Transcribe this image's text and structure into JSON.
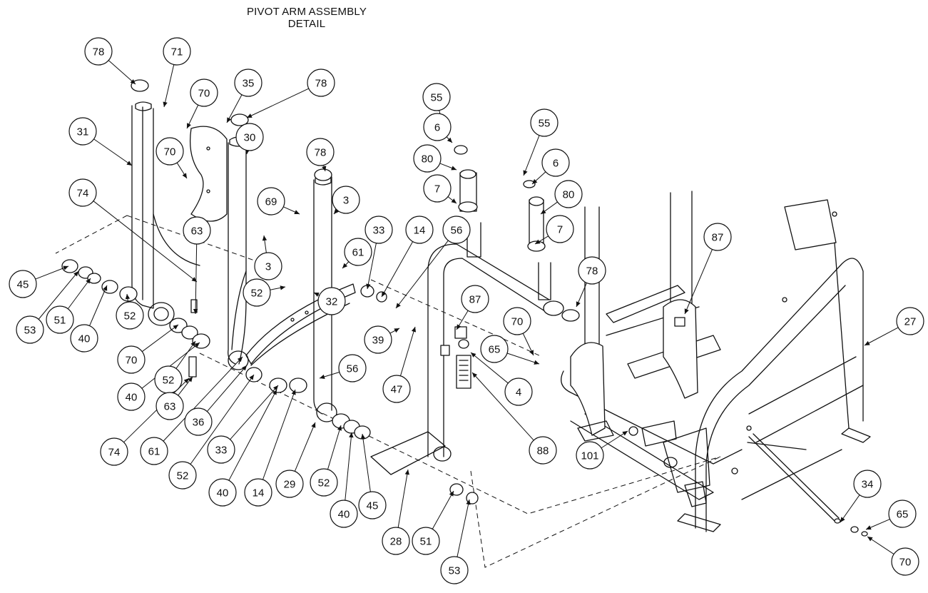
{
  "title_line1": "PIVOT ARM ASSEMBLY",
  "title_line2": "DETAIL",
  "callouts": [
    "78",
    "71",
    "70",
    "35",
    "78",
    "31",
    "30",
    "70",
    "78",
    "74",
    "69",
    "3",
    "33",
    "14",
    "56",
    "63",
    "61",
    "3",
    "45",
    "53",
    "51",
    "40",
    "52",
    "52",
    "70",
    "32",
    "40",
    "39",
    "47",
    "52",
    "63",
    "74",
    "61",
    "36",
    "52",
    "33",
    "40",
    "14",
    "56",
    "29",
    "52",
    "40",
    "45",
    "28",
    "51",
    "53",
    "55",
    "6",
    "80",
    "7",
    "55",
    "6",
    "80",
    "7",
    "78",
    "87",
    "70",
    "65",
    "4",
    "88",
    "87",
    "27",
    "101",
    "34",
    "65",
    "70"
  ]
}
